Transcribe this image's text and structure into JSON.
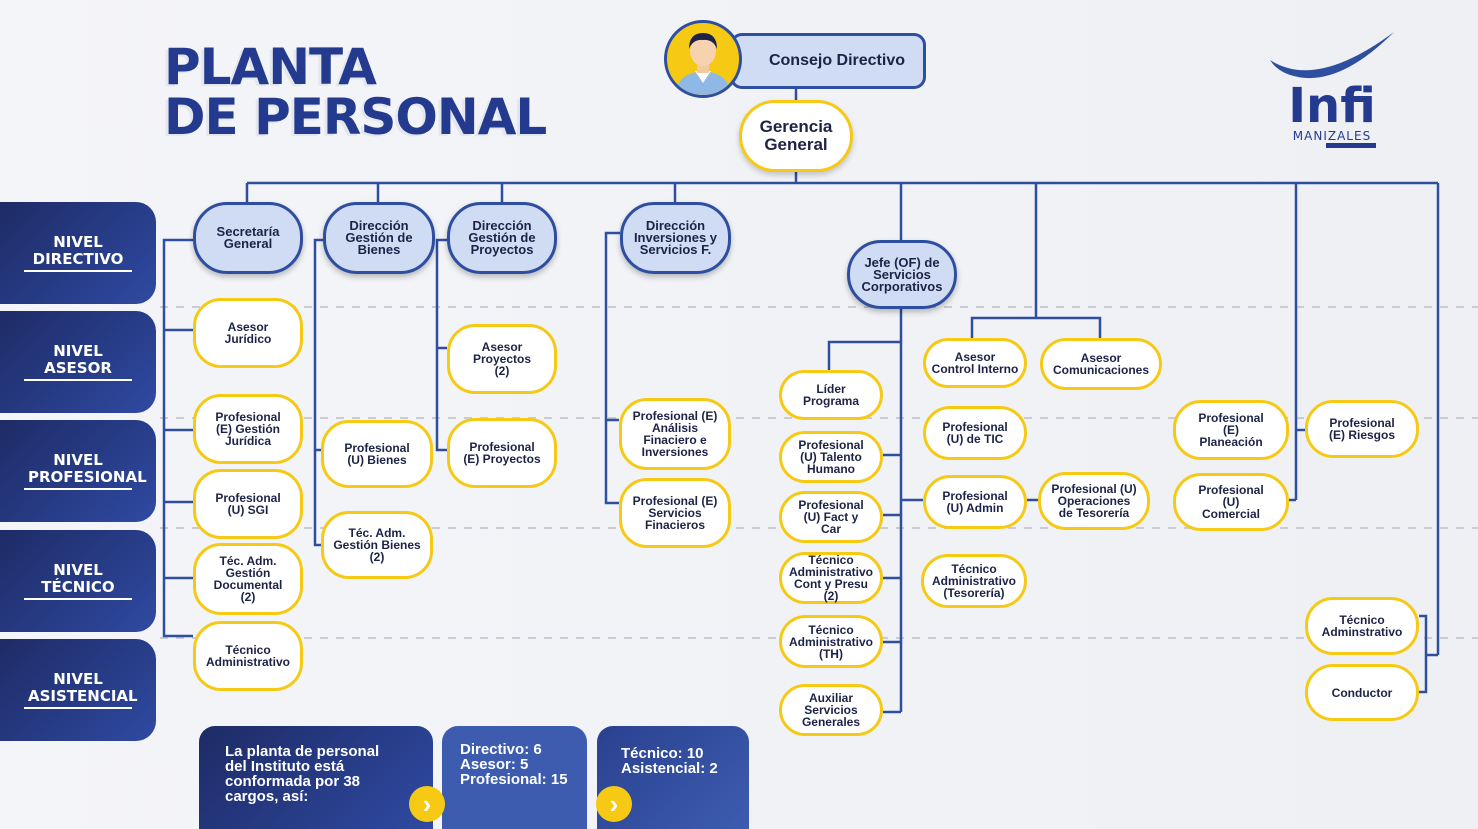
{
  "title": {
    "line1": "PLANTA",
    "line2": "DE PERSONAL"
  },
  "levels": [
    {
      "key": "directivo",
      "label": "NIVEL\nDIRECTIVO"
    },
    {
      "key": "asesor",
      "label": "NIVEL\nASESOR"
    },
    {
      "key": "profesional",
      "label": "NIVEL\nPROFESIONAL"
    },
    {
      "key": "tecnico",
      "label": "NIVEL\nTÉCNICO"
    },
    {
      "key": "asistencial",
      "label": "NIVEL\nASISTENCIAL"
    }
  ],
  "top": {
    "consejo": "Consejo Directivo",
    "gerencia": "Gerencia\nGeneral"
  },
  "logo": {
    "brand": "Infi",
    "city": "MANIZALES"
  },
  "nodes": {
    "secretaria": "Secretaría\nGeneral",
    "dir_bienes": "Dirección\nGestión de\nBienes",
    "dir_proyectos": "Dirección\nGestión de\nProyectos",
    "dir_inversiones": "Dirección\nInversiones y\nServicios F.",
    "jefe_oficina": "Jefe (OF) de\nServicios\nCorporativos",
    "asesor_juridico": "Asesor\nJurídico",
    "prof_juridica": "Profesional\n(E) Gestión\nJurídica",
    "prof_sgi": "Profesional\n(U) SGI",
    "tec_documental": "Téc. Adm.\nGestión\nDocumental\n(2)",
    "tec_admin_sec": "Técnico\nAdministrativo",
    "prof_bienes": "Profesional\n(U) Bienes",
    "tec_bienes": "Téc. Adm.\nGestión Bienes\n(2)",
    "asesor_proyectos": "Asesor\nProyectos\n(2)",
    "prof_proyectos": "Profesional\n(E) Proyectos",
    "prof_analisis": "Profesional (E)\nAnálisis\nFinaciero e\nInversiones",
    "prof_servicios": "Profesional (E)\nServicios\nFinacieros",
    "lider_programa": "Líder\nPrograma",
    "prof_talento": "Profesional\n(U) Talento\nHumano",
    "prof_fact": "Profesional\n(U) Fact y\nCar",
    "tec_cont": "Técnico\nAdministrativo\nCont y Presu\n(2)",
    "tec_th": "Técnico\nAdministrativo\n(TH)",
    "aux_servicios": "Auxiliar\nServicios\nGenerales",
    "asesor_control": "Asesor\nControl Interno",
    "asesor_comunicaciones": "Asesor\nComunicaciones",
    "prof_tic": "Profesional\n(U) de TIC",
    "prof_admin": "Profesional\n(U) Admin",
    "prof_tesoreria": "Profesional (U)\nOperaciones\nde Tesorería",
    "tec_tesoreria": "Técnico\nAdministrativo\n(Tesorería)",
    "prof_planeacion": "Profesional\n(E)\nPlaneación",
    "prof_comercial": "Profesional\n(U)\nComercial",
    "prof_riesgos": "Profesional\n(E) Riesgos",
    "tec_admin_der": "Técnico\nAdminstrativo",
    "conductor": "Conductor"
  },
  "summary": {
    "intro": "La planta de personal\ndel Instituto está\nconformada por 38\ncargos, así:",
    "counts_a": "Directivo: 6\nAsesor: 5\nProfesional: 15",
    "counts_b": "Técnico: 10\nAsistencial: 2"
  },
  "colors": {
    "navy": "#243a8f",
    "line": "#2e4fa0",
    "yellow": "#f6c914",
    "node_blue": "#cfdcf4"
  }
}
